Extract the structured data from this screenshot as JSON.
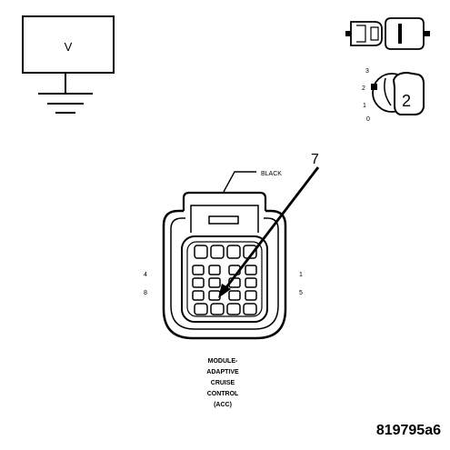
{
  "meter": {
    "symbol": "V"
  },
  "key_switch": {
    "positions": [
      "3",
      "2",
      "1",
      "0"
    ],
    "selected_position": "2"
  },
  "connector": {
    "color_label": "BLACK",
    "pin_callout": "7",
    "pin_labels": {
      "top_left": "4",
      "bottom_left": "8",
      "top_right": "1",
      "bottom_right": "5"
    },
    "caption_lines": [
      "MODULE-",
      "ADAPTIVE",
      "CRUISE",
      "CONTROL",
      "(ACC)"
    ]
  },
  "figure_id": "819795a6"
}
